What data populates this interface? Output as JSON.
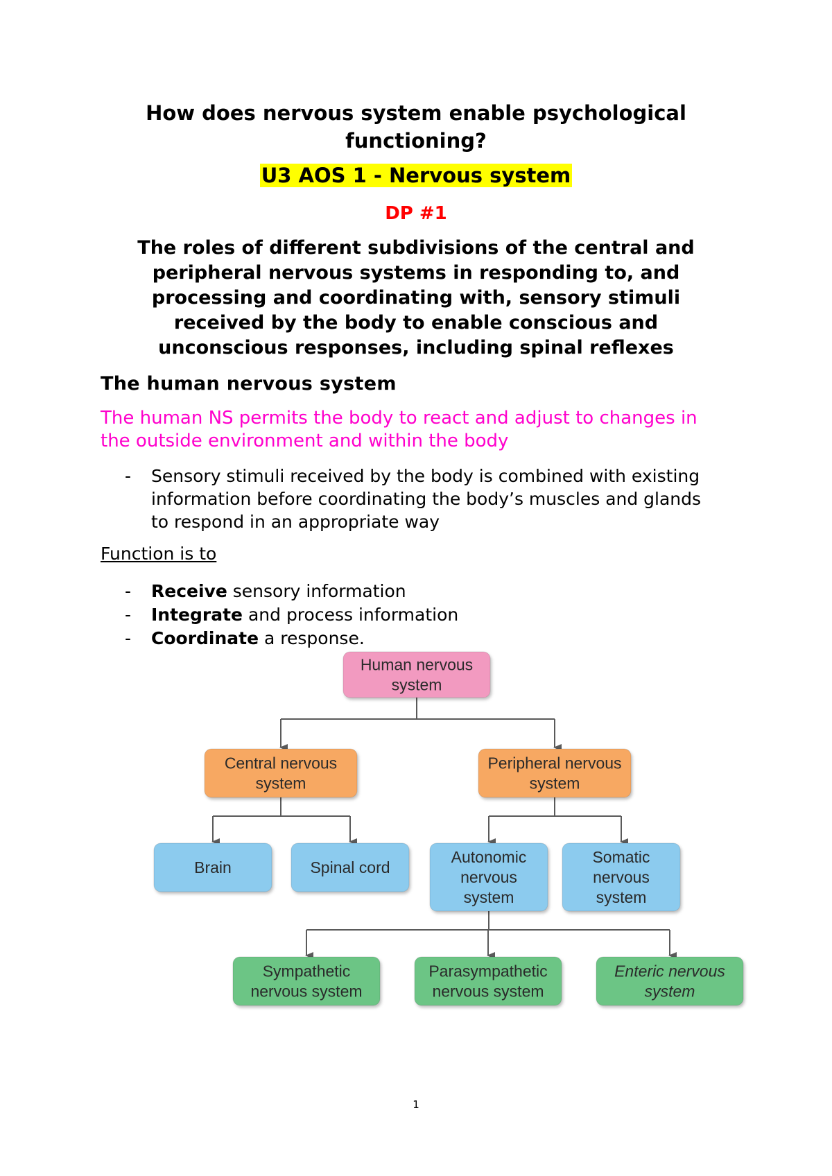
{
  "title": {
    "line1": "How does nervous system enable psychological",
    "line2": "functioning?"
  },
  "unit_heading": "U3 AOS 1 - Nervous system",
  "dp_label": "DP #1",
  "dp_description": [
    "The roles of different subdivisions of the central and",
    "peripheral nervous systems in responding to, and",
    "processing and coordinating with, sensory stimuli",
    "received by the body to enable conscious and",
    "unconscious responses, including spinal reflexes"
  ],
  "section_heading": "The human nervous system",
  "pink_statement": [
    "The human NS permits the body to react and adjust to changes in",
    "the outside environment and within the body"
  ],
  "intro_bullet": {
    "dash": "-",
    "lines": [
      "Sensory stimuli received by the body is combined with existing",
      "information before coordinating the body’s muscles and glands",
      "to respond in an appropriate way"
    ]
  },
  "function_heading": "Function is to",
  "functions": [
    {
      "bold": "Receive",
      "rest": " sensory information"
    },
    {
      "bold": "Integrate",
      "rest": " and process information"
    },
    {
      "bold": "Coordinate",
      "rest": " a response."
    }
  ],
  "diagram": {
    "colors": {
      "pink": "#f29ac0",
      "orange": "#f7a862",
      "blue": "#8ccbee",
      "green": "#6cc585",
      "line": "#5a5a5a"
    },
    "nodes": {
      "hns": [
        "Human nervous",
        "system"
      ],
      "cns": [
        "Central nervous",
        "system"
      ],
      "pns": [
        "Peripheral nervous",
        "system"
      ],
      "brain": [
        "Brain"
      ],
      "spinal": [
        "Spinal cord"
      ],
      "autonomic": [
        "Autonomic",
        "nervous",
        "system"
      ],
      "somatic": [
        "Somatic",
        "nervous",
        "system"
      ],
      "sympathetic": [
        "Sympathetic",
        "nervous system"
      ],
      "parasympathetic": [
        "Parasympathetic",
        "nervous system"
      ],
      "enteric": [
        "Enteric nervous",
        "system"
      ]
    }
  },
  "page_number": "1"
}
